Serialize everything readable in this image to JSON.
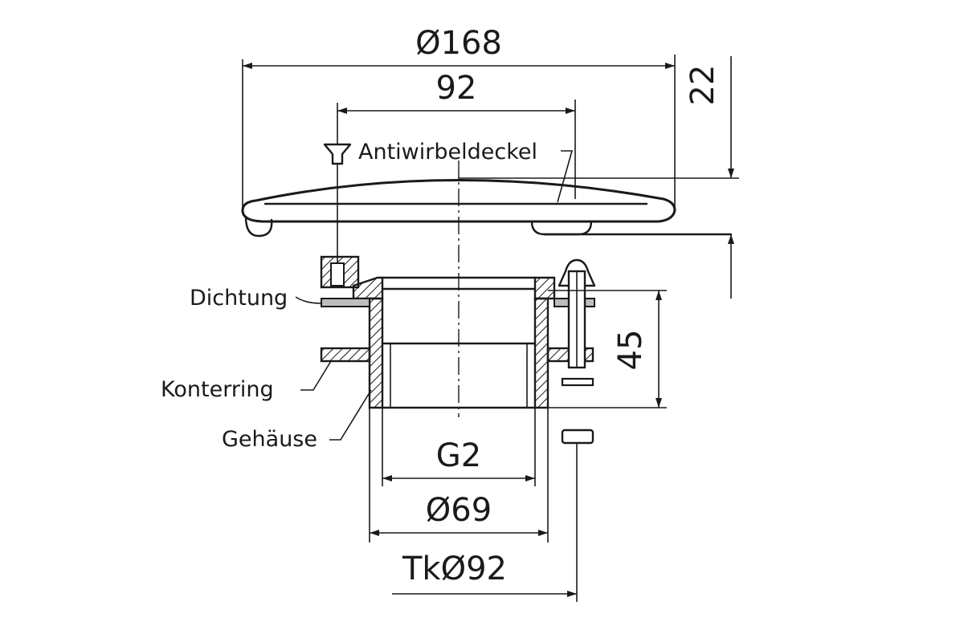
{
  "dimensions": {
    "outer_diameter": "Ø168",
    "cover_width": "92",
    "height": "22",
    "body_height": "45",
    "thread": "G2",
    "inner_diameter": "Ø69",
    "bolt_circle": "TkØ92"
  },
  "labels": {
    "cover": "Antiwirbeldeckel",
    "seal": "Dichtung",
    "lock_ring": "Konterring",
    "housing": "Gehäuse"
  }
}
